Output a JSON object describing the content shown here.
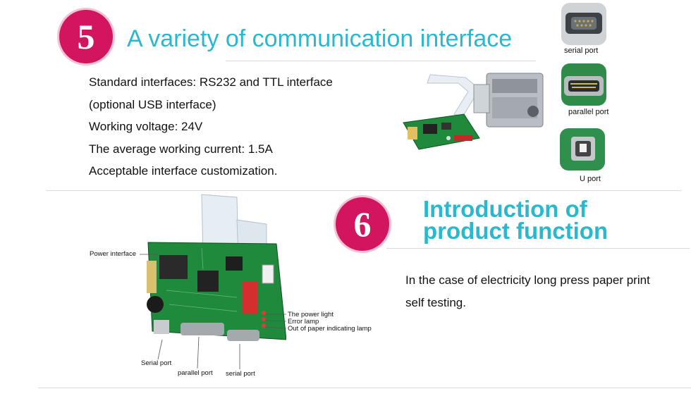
{
  "section5": {
    "number": "5",
    "title": "A variety of communication interface",
    "lines": [
      "Standard interfaces: RS232 and TTL interface",
      "(optional USB interface)",
      "Working voltage: 24V",
      "The average working current: 1.5A",
      "Acceptable interface customization."
    ],
    "ports": {
      "serial": "serial port",
      "parallel": "parallel port",
      "usb": "U port"
    }
  },
  "section6": {
    "number": "6",
    "title_line1": "Introduction of",
    "title_line2": "product function",
    "para_line1": "In the case of electricity long press paper print",
    "para_line2": "self testing.",
    "board_labels": {
      "power_interface": "Power interface",
      "power_light": "The power light",
      "error_lamp": "Error lamp",
      "paper_lamp": "Out of paper indicating lamp",
      "serial_port": "Serial port",
      "parallel_port": "parallel port",
      "serial_port2": "serial port"
    }
  },
  "colors": {
    "badge": "#d2155e",
    "title": "#2ab8cf",
    "pcb": "#1f8a3c"
  }
}
